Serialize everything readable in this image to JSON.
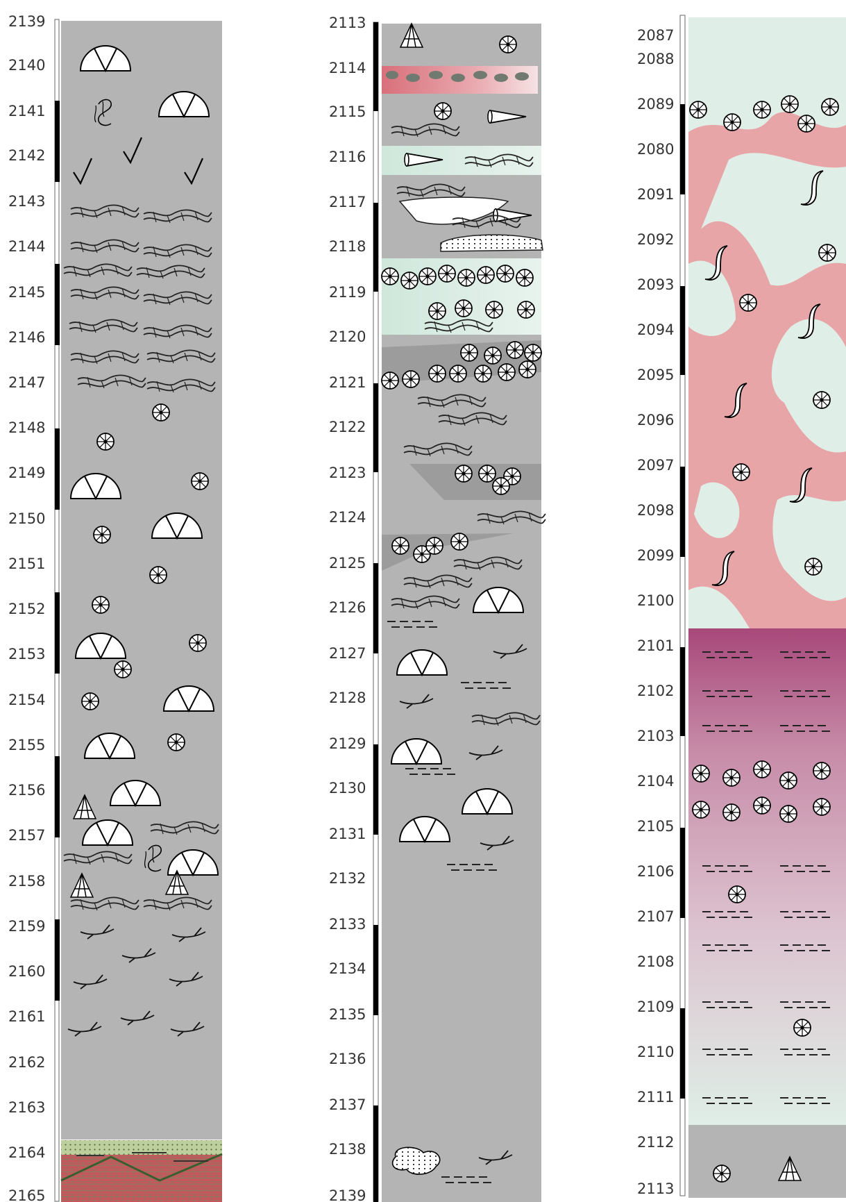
{
  "columns": [
    {
      "id": "left",
      "depth_start": 2139,
      "depth_end": 2165,
      "labels": [
        "2139",
        "2140",
        "2141",
        "2142",
        "2143",
        "2144",
        "2145",
        "2146",
        "2147",
        "2148",
        "2149",
        "2150",
        "2151",
        "2152",
        "2153",
        "2154",
        "2155",
        "2156",
        "2157",
        "2158",
        "2159",
        "2160",
        "2161",
        "2162",
        "2163",
        "2164",
        "2165"
      ]
    },
    {
      "id": "middle",
      "depth_start": 2113,
      "depth_end": 2139,
      "labels": [
        "2113",
        "2114",
        "2115",
        "2116",
        "2117",
        "2118",
        "2119",
        "2120",
        "2121",
        "2122",
        "2123",
        "2124",
        "2125",
        "2126",
        "2127",
        "2128",
        "2129",
        "2130",
        "2131",
        "2132",
        "2133",
        "2134",
        "2135",
        "2136",
        "2137",
        "2138",
        "2139"
      ]
    },
    {
      "id": "right",
      "depth_start": 2087,
      "depth_end": 2113,
      "labels": [
        "2087",
        "2088",
        "2089",
        "2080",
        "2091",
        "2092",
        "2093",
        "2094",
        "2095",
        "2096",
        "2097",
        "2098",
        "2099",
        "2100",
        "2101",
        "2102",
        "2103",
        "2104",
        "2105",
        "2106",
        "2107",
        "2108",
        "2109",
        "2110",
        "2111",
        "2112",
        "2113"
      ]
    }
  ],
  "colors": {
    "grey": "#b4b4b4",
    "pale_green": "#dfeee6",
    "pink": "#e8a9a9",
    "magenta": "#a04a7a",
    "sand_green": "#b8cf98",
    "red_brick": "#c25055",
    "scale_black": "#000000"
  },
  "symbols": [
    "brachiopod-icon",
    "pelecypod-icon",
    "echinoderm-plate-icon",
    "gastropod-icon",
    "bryozoan-icon",
    "burrow-icon",
    "algae-icon",
    "coral-icon",
    "check-shell-icon",
    "ostracod-icon",
    "trilobite-icon"
  ]
}
